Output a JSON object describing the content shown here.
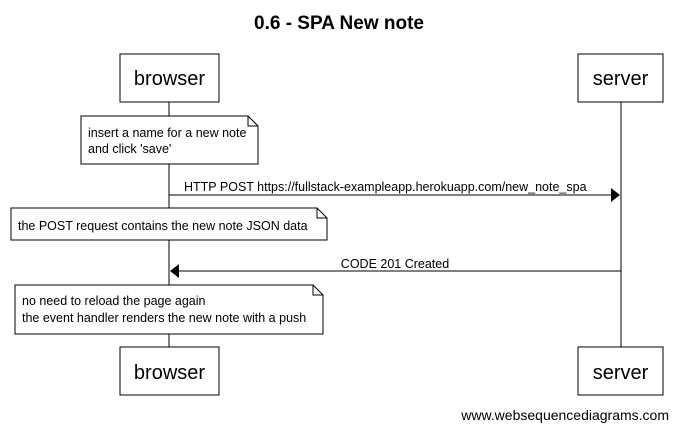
{
  "title": "0.6 - SPA New note",
  "participants": {
    "browser": "browser",
    "server": "server"
  },
  "notes": {
    "insert": [
      "insert a name for a new note",
      "and click 'save'"
    ],
    "post_json": [
      "the POST request contains the new note JSON data"
    ],
    "no_reload": [
      "no need to reload the page again",
      "the event handler renders the new note with a push"
    ]
  },
  "messages": {
    "post": "HTTP POST https://fullstack-exampleapp.herokuapp.com/new_note_spa",
    "created": "CODE 201 Created"
  },
  "footer": "www.websequencediagrams.com"
}
